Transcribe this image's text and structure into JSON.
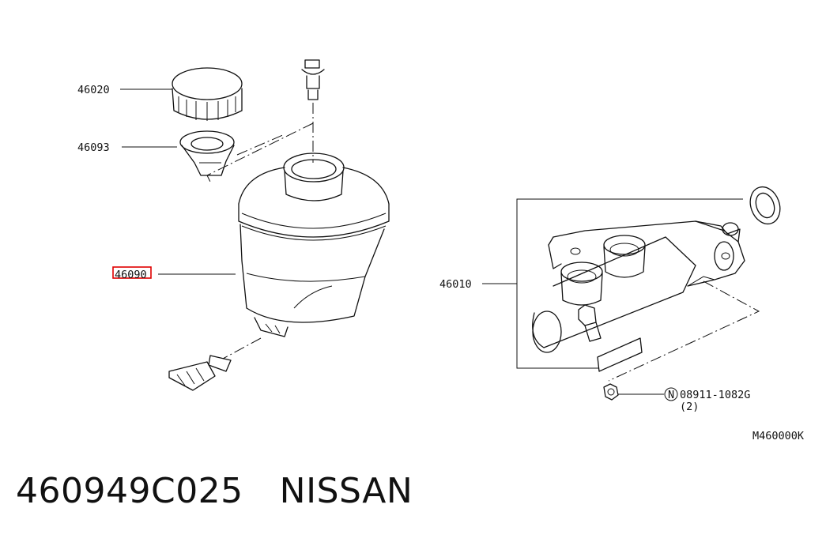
{
  "diagram": {
    "labels": {
      "cap": "46020",
      "strainer": "46093",
      "reservoir": "46090",
      "master_cylinder": "46010",
      "nut_symbol": "N",
      "nut_part": "08911-1082G",
      "nut_qty": "(2)",
      "figure_code": "M460000K"
    },
    "highlight_color": "#e00000"
  },
  "caption": {
    "part_number": "460949C025",
    "brand": "NISSAN"
  }
}
